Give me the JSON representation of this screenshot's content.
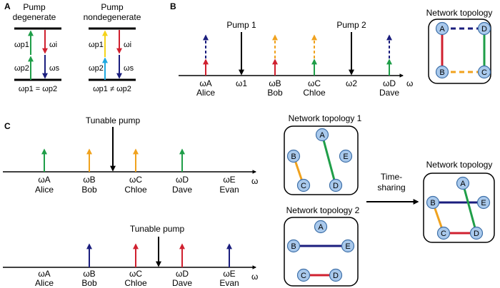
{
  "panels": {
    "a": {
      "label": "A",
      "left_title_1": "Pump",
      "left_title_2": "degenerate",
      "right_title_1": "Pump",
      "right_title_2": "nondegenerate",
      "left_bottom": "ωp1 = ωp2",
      "right_bottom": "ωp1 ≠ ωp2",
      "wp1": "ωp1",
      "wp2": "ωp2",
      "wi": "ωi",
      "ws": "ωs"
    },
    "b": {
      "label": "B",
      "pump1": "Pump 1",
      "pump2": "Pump 2",
      "axis_label": "ω",
      "omega1": "ω1",
      "omega2": "ω2",
      "users": [
        {
          "symbol": "ωA",
          "name": "Alice"
        },
        {
          "symbol": "ωB",
          "name": "Bob"
        },
        {
          "symbol": "ωC",
          "name": "Chloe"
        },
        {
          "symbol": "ωD",
          "name": "Dave"
        }
      ],
      "topology_title": "Network topology",
      "nodes": [
        "A",
        "D",
        "B",
        "C"
      ]
    },
    "c": {
      "label": "C",
      "tunable_pump_top": "Tunable pump",
      "tunable_pump_bottom": "Tunable pump",
      "axis_label": "ω",
      "users": [
        {
          "symbol": "ωA",
          "name": "Alice"
        },
        {
          "symbol": "ωB",
          "name": "Bob"
        },
        {
          "symbol": "ωC",
          "name": "Chloe"
        },
        {
          "symbol": "ωD",
          "name": "Dave"
        },
        {
          "symbol": "ωE",
          "name": "Evan"
        }
      ],
      "topology1_title": "Network topology 1",
      "topology2_title": "Network topology 2",
      "time_sharing_1": "Time-",
      "time_sharing_2": "sharing",
      "topology_title": "Network topology",
      "nodes": [
        "A",
        "B",
        "C",
        "D",
        "E"
      ]
    }
  },
  "colors": {
    "green": "#1f9e48",
    "red": "#d0202f",
    "navy": "#1b1e7e",
    "orange": "#f0a21e",
    "yellow": "#f5d31a",
    "cyan": "#1ea8e0",
    "node_fill": "#a9c9ec",
    "node_stroke": "#3d6fa8"
  }
}
